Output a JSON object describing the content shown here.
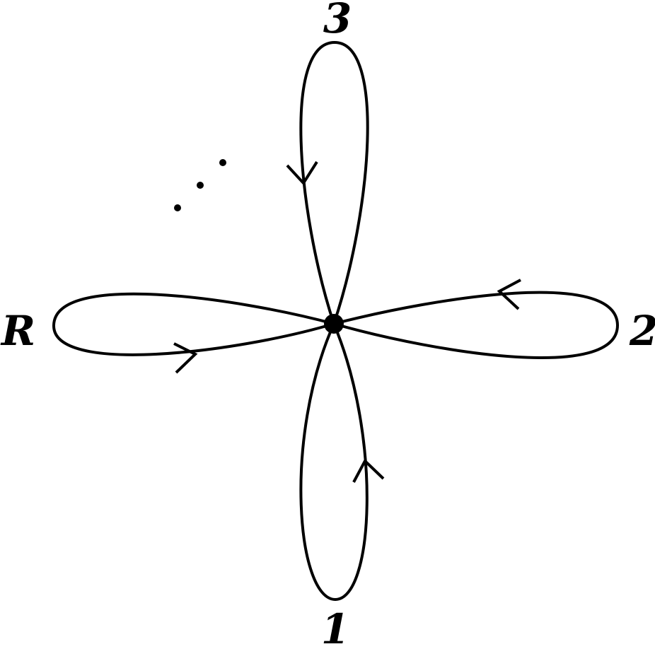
{
  "labels": {
    "top": "3",
    "right": "2",
    "bottom": "1",
    "left": "R"
  },
  "colors": {
    "stroke": "#000000",
    "background": "#ffffff"
  }
}
